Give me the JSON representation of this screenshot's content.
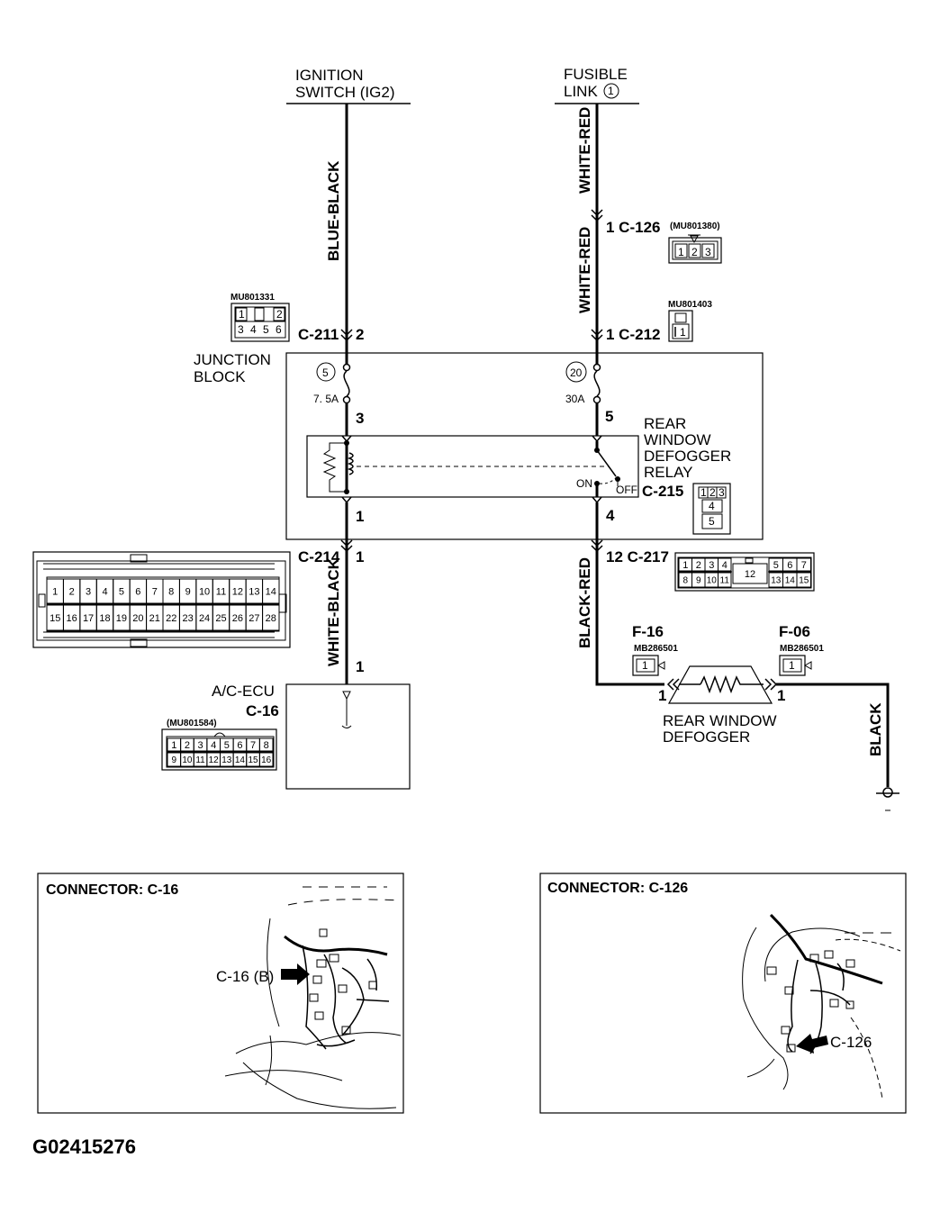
{
  "sources": {
    "ignition_line1": "IGNITION",
    "ignition_line2": "SWITCH (IG2)",
    "fusible_line1": "FUSIBLE",
    "fusible_line2": "LINK",
    "fusible_num": "1"
  },
  "wires": {
    "blue_black": "BLUE-BLACK",
    "white_red_top": "WHITE-RED",
    "white_red_mid": "WHITE-RED",
    "white_black": "WHITE-BLACK",
    "black_red": "BLACK-RED",
    "black": "BLACK"
  },
  "connectors": {
    "c126": {
      "label": "1  C-126",
      "part": "(MU801380)",
      "pins": [
        "1",
        "2",
        "3"
      ]
    },
    "c212": {
      "label": "1  C-212",
      "part": "MU801403",
      "pins": [
        "1"
      ]
    },
    "c211": {
      "label": "C-211",
      "pin": "2",
      "part": "MU801331",
      "pins_top": [
        "1",
        "2"
      ],
      "pins_bottom": [
        "3",
        "4",
        "5",
        "6"
      ]
    },
    "c215": {
      "label": "C-215",
      "pins": [
        "1",
        "2",
        "3",
        "4",
        "5"
      ]
    },
    "c214": {
      "label": "C-214",
      "pin": "1",
      "pins_top": [
        "1",
        "2",
        "3",
        "4",
        "5",
        "6",
        "7",
        "8",
        "9",
        "10",
        "11",
        "12",
        "13",
        "14"
      ],
      "pins_bottom": [
        "15",
        "16",
        "17",
        "18",
        "19",
        "20",
        "21",
        "22",
        "23",
        "24",
        "25",
        "26",
        "27",
        "28"
      ]
    },
    "c217": {
      "label": "12  C-217",
      "pins_top": [
        "1",
        "2",
        "3",
        "4",
        "12",
        "5",
        "6",
        "7"
      ],
      "pins_bottom": [
        "8",
        "9",
        "10",
        "11",
        "13",
        "14",
        "15"
      ]
    },
    "c16": {
      "label": "C-16",
      "part": "(MU801584)",
      "pins_top": [
        "1",
        "2",
        "3",
        "4",
        "5",
        "6",
        "7",
        "8"
      ],
      "pins_bottom": [
        "9",
        "10",
        "11",
        "12",
        "13",
        "14",
        "15",
        "16"
      ]
    },
    "f16": {
      "label": "F-16",
      "part": "MB286501",
      "pin": "1"
    },
    "f06": {
      "label": "F-06",
      "part": "MB286501",
      "pin": "1"
    }
  },
  "junction": {
    "title_line1": "JUNCTION",
    "title_line2": "BLOCK",
    "fuse_left_num": "5",
    "fuse_left_rating": "7. 5A",
    "fuse_right_num": "20",
    "fuse_right_rating": "30A",
    "pin3": "3",
    "pin5": "5",
    "pin1": "1",
    "pin4": "4",
    "relay_line1": "REAR",
    "relay_line2": "WINDOW",
    "relay_line3": "DEFOGGER",
    "relay_line4": "RELAY",
    "on": "ON",
    "off": "OFF"
  },
  "ecu": {
    "name": "A/C-ECU",
    "pin": "1"
  },
  "defogger": {
    "line1": "REAR WINDOW",
    "line2": "DEFOGGER",
    "pin_left": "1",
    "pin_right": "1"
  },
  "panels": {
    "left_title": "CONNECTOR: C-16",
    "left_callout": "C-16 (B)",
    "right_title": "CONNECTOR: C-126",
    "right_callout": "C-126"
  },
  "figure_id": "G02415276"
}
